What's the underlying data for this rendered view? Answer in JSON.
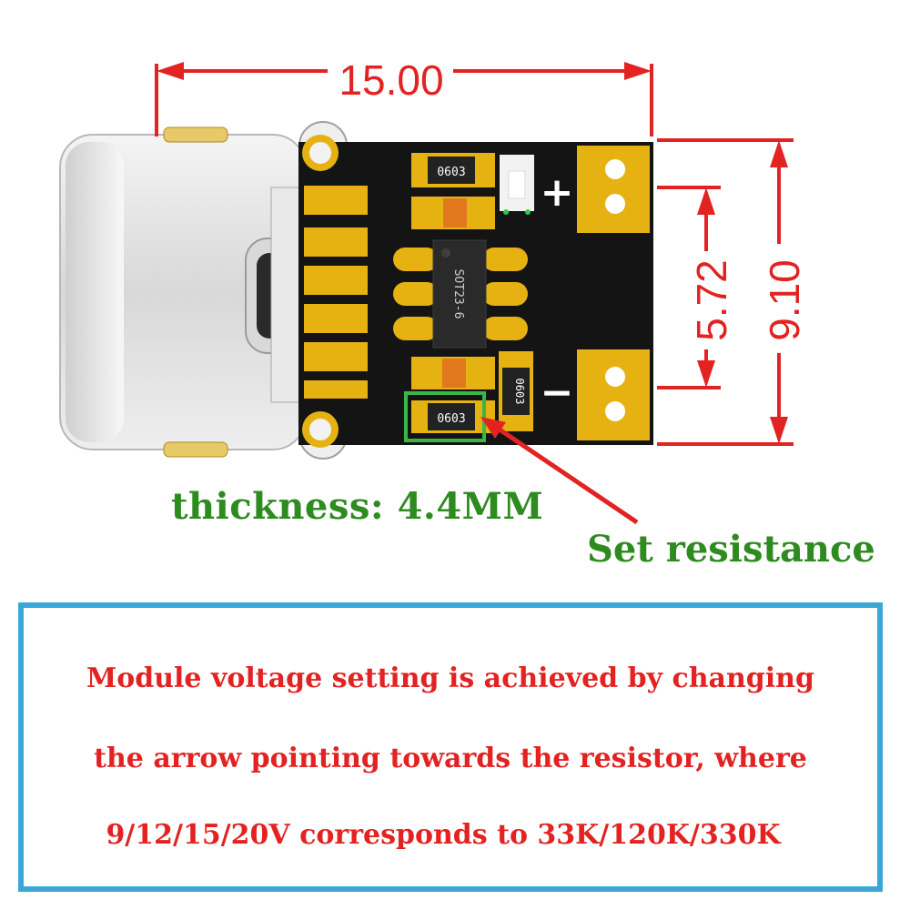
{
  "dimensions": {
    "width_label": "15.00",
    "height_label": "9.10",
    "pad_spacing_label": "5.72"
  },
  "board": {
    "chip_marking": "SOT23-6",
    "resistor_marking": "0603",
    "plus_label": "+",
    "minus_label": "−"
  },
  "captions": {
    "thickness": "thickness:  4.4MM",
    "set_resistance": "Set resistance"
  },
  "note": {
    "lines": [
      "Module voltage setting is achieved by changing",
      "the arrow pointing towards the resistor, where",
      "9/12/15/20V corresponds to 33K/120K/330K"
    ]
  },
  "colors": {
    "dimension": "#e32222",
    "caption": "#2e8b1f",
    "note_text": "#e32222",
    "note_border": "#3aa7d8",
    "board": "#141414",
    "pad_gold": "#e6b211"
  }
}
